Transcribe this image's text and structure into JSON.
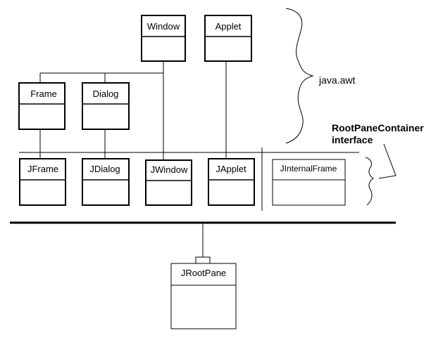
{
  "awt_classes": {
    "window": "Window",
    "applet": "Applet",
    "frame": "Frame",
    "dialog": "Dialog"
  },
  "swing_classes": {
    "jframe": "JFrame",
    "jdialog": "JDialog",
    "jwindow": "JWindow",
    "japplet": "JApplet",
    "jinternalframe": "JInternalFrame"
  },
  "root_pane": "JRootPane",
  "annotations": {
    "awt_package": "java.awt",
    "interface_line1": "RootPaneContainer",
    "interface_line2": "interface"
  }
}
